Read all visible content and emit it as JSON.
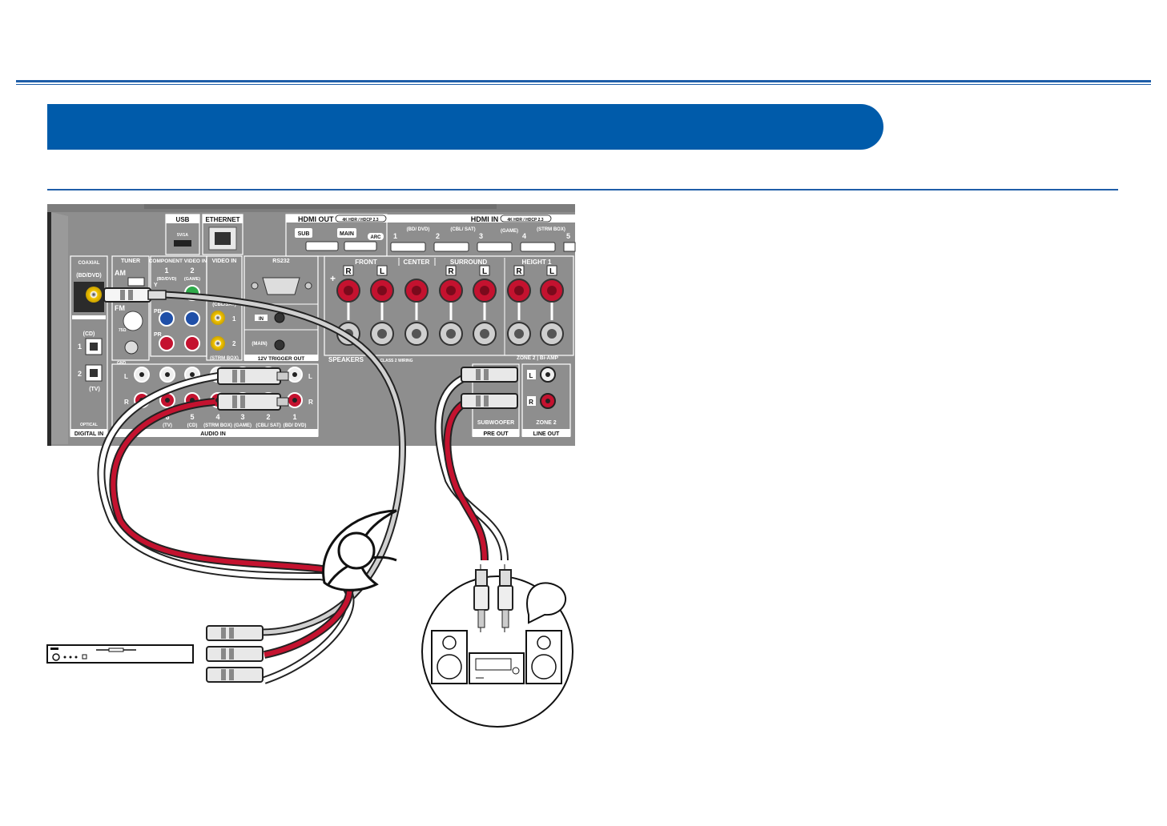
{
  "colors": {
    "accent": "#005baa",
    "panel": "#8e8e8e",
    "cable_red": "#c4122f",
    "cable_white": "#ffffff"
  },
  "panel": {
    "usb": "USB",
    "usb_rating": "5V/1A",
    "ethernet": "ETHERNET",
    "hdmi_out": "HDMI OUT",
    "hdmi_out_spec": "4K HDR / HDCP 2.3",
    "hdmi_sub": "SUB",
    "hdmi_main": "MAIN",
    "hdmi_arc": "ARC",
    "hdmi_in": "HDMI IN",
    "hdmi_in_spec": "4K HDR / HDCP 2.3",
    "hdmi_in_ports": [
      {
        "num": "1",
        "label": "(BD/ DVD)"
      },
      {
        "num": "2",
        "label": "(CBL/ SAT)"
      },
      {
        "num": "3",
        "label": "(GAME)"
      },
      {
        "num": "4",
        "label": "(STRM BOX)"
      },
      {
        "num": "5",
        "label": ""
      }
    ],
    "coaxial": "COAXIAL",
    "coaxial_input": "(BD/DVD)",
    "optical_1": "1",
    "optical_1_label": "(CD)",
    "optical_2": "2",
    "optical_2_label": "(TV)",
    "optical": "OPTICAL",
    "digital_in": "DIGITAL IN",
    "tuner": "TUNER",
    "am": "AM",
    "fm": "FM",
    "fm_ohm": "75Ω",
    "gnd": "GND",
    "component_video_in": "COMPONENT VIDEO IN",
    "component_1": "1",
    "component_1_label": "(BD/DVD)",
    "component_2": "2",
    "component_2_label": "(GAME)",
    "component_y": "Y",
    "component_pb": "PB",
    "component_pr": "PR",
    "video_in": "VIDEO IN",
    "video_in_1": "1",
    "video_in_1_label": "(CBL/SAT)",
    "video_in_2": "2",
    "video_in_2_label": "(STRM BOX)",
    "rs232": "RS232",
    "trigger_in": "IN",
    "trigger_main": "(MAIN)",
    "trigger_out": "12V TRIGGER OUT",
    "front": "FRONT",
    "center": "CENTER",
    "surround": "SURROUND",
    "height1": "HEIGHT 1",
    "speaker_r": "R",
    "speaker_l": "L",
    "speakers": "SPEAKERS",
    "speaker_wiring": "CLASS 2 WIRING",
    "zone2_biamp": "ZONE 2 | Bi-AMP",
    "audio_l": "L",
    "audio_r": "R",
    "audio_in": "AUDIO IN",
    "audio_in_ports": [
      {
        "num": "6",
        "label": "(TV)"
      },
      {
        "num": "5",
        "label": "(CD)"
      },
      {
        "num": "4",
        "label": "(STRM BOX)"
      },
      {
        "num": "3",
        "label": "(GAME)"
      },
      {
        "num": "2",
        "label": "(CBL/ SAT)"
      },
      {
        "num": "1",
        "label": "(BD/ DVD)"
      }
    ],
    "subwoofer": "SUBWOOFER",
    "pre_out": "PRE OUT",
    "zone2": "ZONE 2",
    "line_out": "LINE OUT"
  }
}
